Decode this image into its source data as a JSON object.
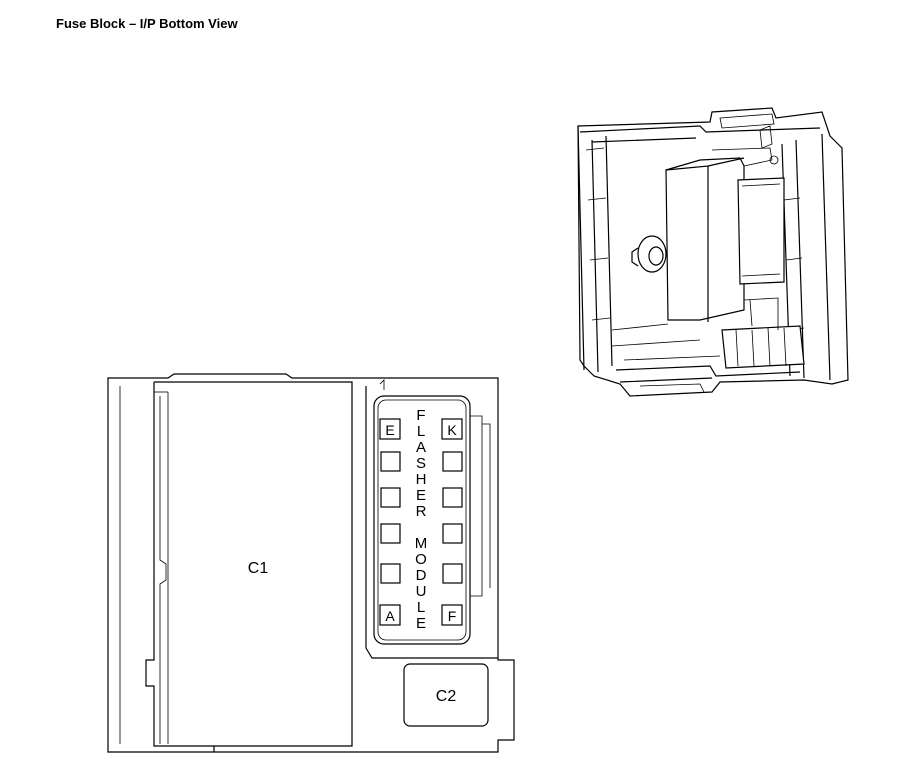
{
  "title": "Fuse Block – I/P Bottom View",
  "connectors": {
    "c1": "C1",
    "c2": "C2"
  },
  "flasher": {
    "word1": [
      "F",
      "L",
      "A",
      "S",
      "H",
      "E",
      "R"
    ],
    "word2": [
      "M",
      "O",
      "D",
      "U",
      "L",
      "E"
    ],
    "pins": {
      "top_left": "E",
      "top_right": "K",
      "bottom_left": "A",
      "bottom_right": "F"
    }
  }
}
